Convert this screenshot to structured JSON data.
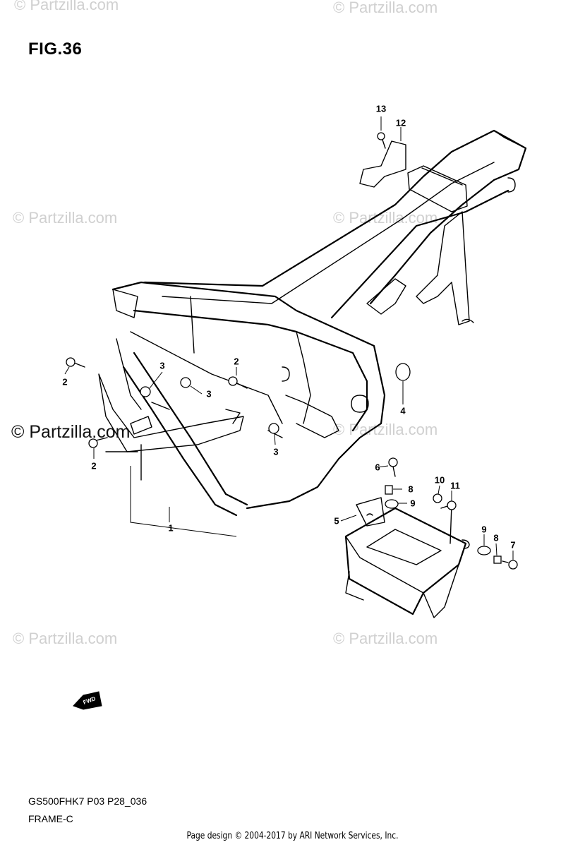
{
  "figure": {
    "title": "FIG.36"
  },
  "watermarks": {
    "faint": [
      "© Partzilla.com",
      "© Partzilla.com",
      "© Partzilla.com",
      "© Partzilla.com",
      "© Partzilla.com",
      "© Partzilla.com"
    ],
    "prominent": "© Partzilla.com"
  },
  "callouts": [
    "1",
    "2",
    "2",
    "2",
    "3",
    "3",
    "3",
    "4",
    "5",
    "6",
    "7",
    "8",
    "8",
    "9",
    "9",
    "10",
    "11",
    "12",
    "13"
  ],
  "fwd_label": "FWD",
  "diagram_code": "GS500FHK7 P03 P28_036",
  "diagram_name": "FRAME-C",
  "footer": "Page design © 2004-2017 by ARI Network Services, Inc."
}
